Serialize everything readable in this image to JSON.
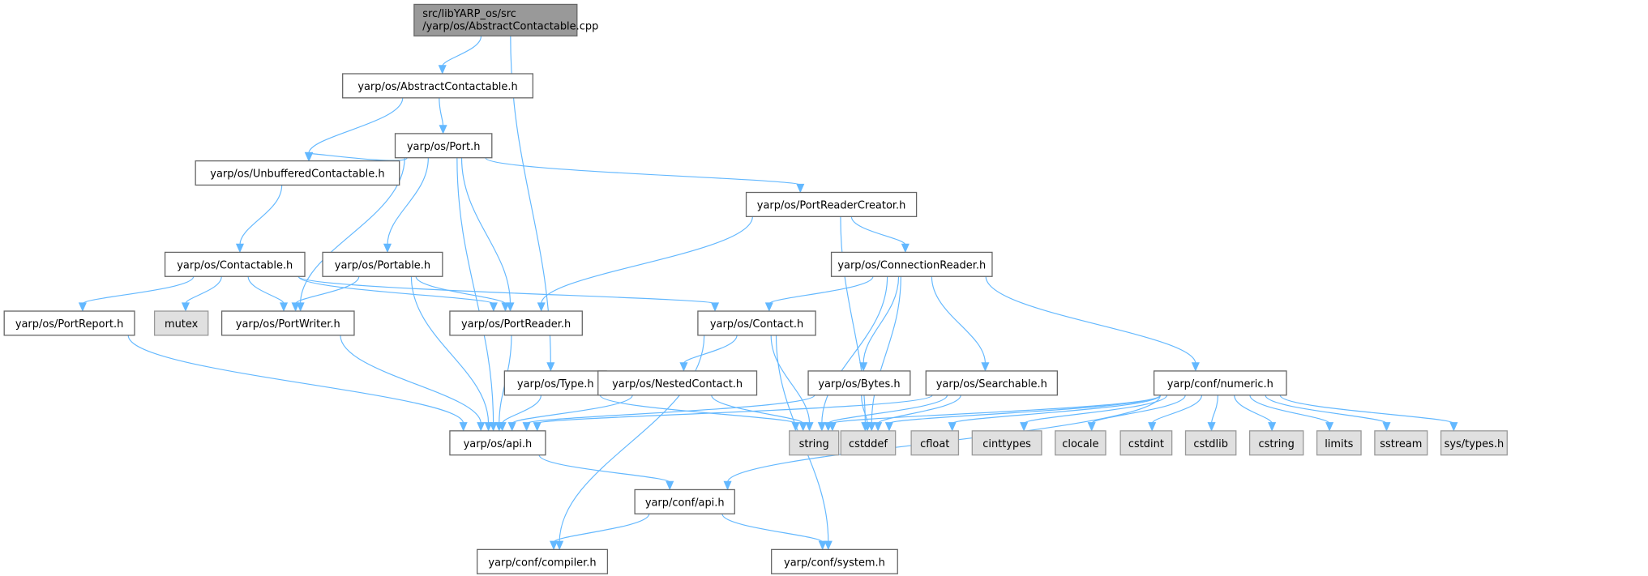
{
  "graph": {
    "title": "Include dependency graph for AbstractContactable.cpp",
    "colors": {
      "edge": "#63b8ff",
      "root_fill": "#999999",
      "system_fill": "#e0e0e0",
      "node_fill": "#ffffff",
      "border": "#666666"
    },
    "nodes": [
      {
        "id": "root",
        "label": [
          "src/libYARP_os/src",
          "/yarp/os/AbstractContactable.cpp"
        ],
        "kind": "root"
      },
      {
        "id": "AbstractContactable",
        "label": [
          "yarp/os/AbstractContactable.h"
        ],
        "kind": "header"
      },
      {
        "id": "Port",
        "label": [
          "yarp/os/Port.h"
        ],
        "kind": "header"
      },
      {
        "id": "Unbuffered",
        "label": [
          "yarp/os/UnbufferedContactable.h"
        ],
        "kind": "header"
      },
      {
        "id": "PortReaderCreator",
        "label": [
          "yarp/os/PortReaderCreator.h"
        ],
        "kind": "header"
      },
      {
        "id": "Contactable",
        "label": [
          "yarp/os/Contactable.h"
        ],
        "kind": "header"
      },
      {
        "id": "Portable",
        "label": [
          "yarp/os/Portable.h"
        ],
        "kind": "header"
      },
      {
        "id": "ConnectionReader",
        "label": [
          "yarp/os/ConnectionReader.h"
        ],
        "kind": "header"
      },
      {
        "id": "PortReport",
        "label": [
          "yarp/os/PortReport.h"
        ],
        "kind": "header"
      },
      {
        "id": "mutex",
        "label": [
          "mutex"
        ],
        "kind": "system"
      },
      {
        "id": "PortWriter",
        "label": [
          "yarp/os/PortWriter.h"
        ],
        "kind": "header"
      },
      {
        "id": "PortReader",
        "label": [
          "yarp/os/PortReader.h"
        ],
        "kind": "header"
      },
      {
        "id": "Contact",
        "label": [
          "yarp/os/Contact.h"
        ],
        "kind": "header"
      },
      {
        "id": "Type",
        "label": [
          "yarp/os/Type.h"
        ],
        "kind": "header"
      },
      {
        "id": "NestedContact",
        "label": [
          "yarp/os/NestedContact.h"
        ],
        "kind": "header"
      },
      {
        "id": "Bytes",
        "label": [
          "yarp/os/Bytes.h"
        ],
        "kind": "header"
      },
      {
        "id": "Searchable",
        "label": [
          "yarp/os/Searchable.h"
        ],
        "kind": "header"
      },
      {
        "id": "numeric",
        "label": [
          "yarp/conf/numeric.h"
        ],
        "kind": "header"
      },
      {
        "id": "osapi",
        "label": [
          "yarp/os/api.h"
        ],
        "kind": "header"
      },
      {
        "id": "string",
        "label": [
          "string"
        ],
        "kind": "system"
      },
      {
        "id": "cstddef",
        "label": [
          "cstddef"
        ],
        "kind": "system"
      },
      {
        "id": "cfloat",
        "label": [
          "cfloat"
        ],
        "kind": "system"
      },
      {
        "id": "cinttypes",
        "label": [
          "cinttypes"
        ],
        "kind": "system"
      },
      {
        "id": "clocale",
        "label": [
          "clocale"
        ],
        "kind": "system"
      },
      {
        "id": "cstdint",
        "label": [
          "cstdint"
        ],
        "kind": "system"
      },
      {
        "id": "cstdlib",
        "label": [
          "cstdlib"
        ],
        "kind": "system"
      },
      {
        "id": "cstring",
        "label": [
          "cstring"
        ],
        "kind": "system"
      },
      {
        "id": "limits",
        "label": [
          "limits"
        ],
        "kind": "system"
      },
      {
        "id": "sstream",
        "label": [
          "sstream"
        ],
        "kind": "system"
      },
      {
        "id": "systypes",
        "label": [
          "sys/types.h"
        ],
        "kind": "system"
      },
      {
        "id": "confapi",
        "label": [
          "yarp/conf/api.h"
        ],
        "kind": "header"
      },
      {
        "id": "compiler",
        "label": [
          "yarp/conf/compiler.h"
        ],
        "kind": "header"
      },
      {
        "id": "system",
        "label": [
          "yarp/conf/system.h"
        ],
        "kind": "header"
      }
    ],
    "edges": [
      [
        "root",
        "AbstractContactable"
      ],
      [
        "root",
        "Type"
      ],
      [
        "AbstractContactable",
        "Port"
      ],
      [
        "AbstractContactable",
        "Unbuffered"
      ],
      [
        "Port",
        "Unbuffered"
      ],
      [
        "Port",
        "PortReaderCreator"
      ],
      [
        "Port",
        "Portable"
      ],
      [
        "Port",
        "PortWriter"
      ],
      [
        "Port",
        "PortReader"
      ],
      [
        "Port",
        "osapi"
      ],
      [
        "Unbuffered",
        "Contactable"
      ],
      [
        "PortReaderCreator",
        "ConnectionReader"
      ],
      [
        "PortReaderCreator",
        "PortReader"
      ],
      [
        "PortReaderCreator",
        "cstddef"
      ],
      [
        "Contactable",
        "PortReport"
      ],
      [
        "Contactable",
        "mutex"
      ],
      [
        "Contactable",
        "PortWriter"
      ],
      [
        "Contactable",
        "PortReader"
      ],
      [
        "Contactable",
        "Contact"
      ],
      [
        "Portable",
        "PortWriter"
      ],
      [
        "Portable",
        "PortReader"
      ],
      [
        "Portable",
        "osapi"
      ],
      [
        "ConnectionReader",
        "Contact"
      ],
      [
        "ConnectionReader",
        "Bytes"
      ],
      [
        "ConnectionReader",
        "Searchable"
      ],
      [
        "ConnectionReader",
        "numeric"
      ],
      [
        "ConnectionReader",
        "string"
      ],
      [
        "ConnectionReader",
        "cstddef"
      ],
      [
        "PortReport",
        "osapi"
      ],
      [
        "PortWriter",
        "osapi"
      ],
      [
        "PortReader",
        "osapi"
      ],
      [
        "Contact",
        "NestedContact"
      ],
      [
        "Contact",
        "string"
      ],
      [
        "Contact",
        "compiler"
      ],
      [
        "Contact",
        "system"
      ],
      [
        "Type",
        "osapi"
      ],
      [
        "Type",
        "string"
      ],
      [
        "NestedContact",
        "osapi"
      ],
      [
        "NestedContact",
        "string"
      ],
      [
        "Bytes",
        "osapi"
      ],
      [
        "Bytes",
        "cstddef"
      ],
      [
        "Searchable",
        "osapi"
      ],
      [
        "Searchable",
        "string"
      ],
      [
        "Searchable",
        "cstddef"
      ],
      [
        "numeric",
        "string"
      ],
      [
        "numeric",
        "cstddef"
      ],
      [
        "numeric",
        "cfloat"
      ],
      [
        "numeric",
        "cinttypes"
      ],
      [
        "numeric",
        "clocale"
      ],
      [
        "numeric",
        "cstdint"
      ],
      [
        "numeric",
        "cstdlib"
      ],
      [
        "numeric",
        "cstring"
      ],
      [
        "numeric",
        "limits"
      ],
      [
        "numeric",
        "sstream"
      ],
      [
        "numeric",
        "systypes"
      ],
      [
        "numeric",
        "confapi"
      ],
      [
        "osapi",
        "confapi"
      ],
      [
        "confapi",
        "compiler"
      ],
      [
        "confapi",
        "system"
      ]
    ]
  }
}
